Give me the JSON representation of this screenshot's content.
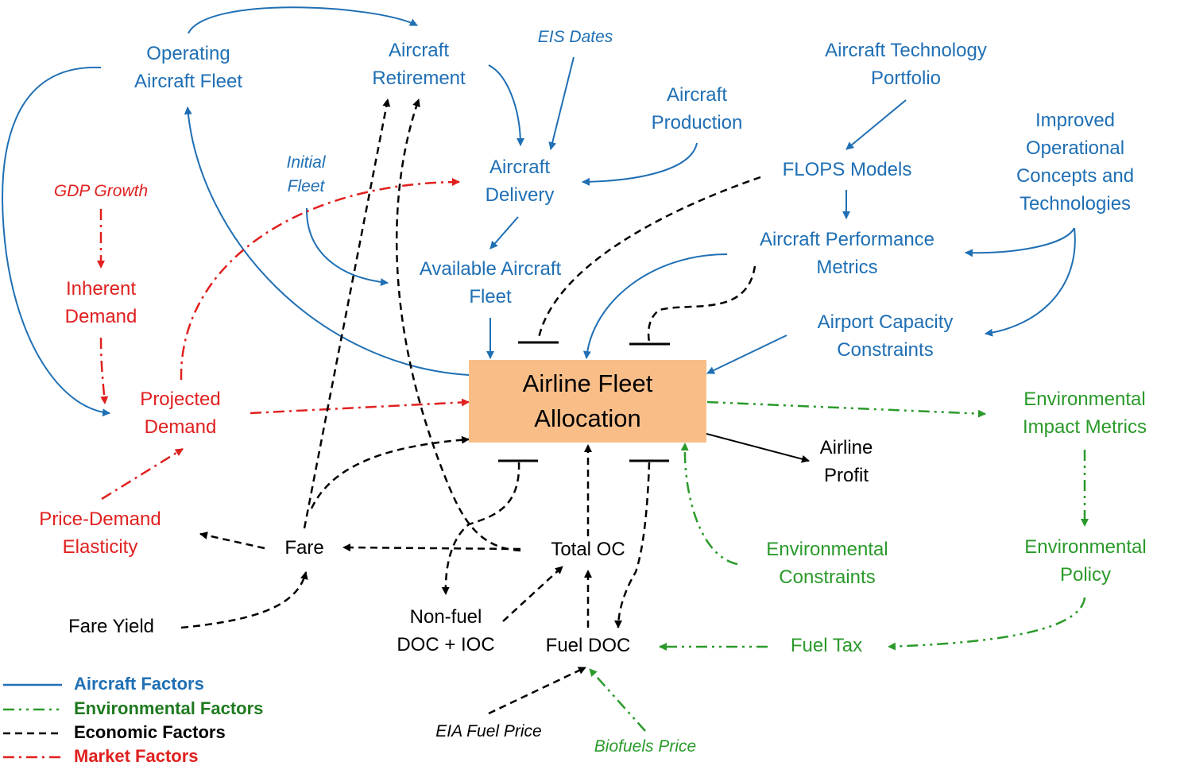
{
  "colors": {
    "aircraft": "#1f6fb4",
    "environmental": "#2a9a2a",
    "economic": "#000000",
    "market": "#e0201f",
    "center_fill": "#f9be88"
  },
  "nodes": {
    "operating_fleet": [
      "Operating",
      "Aircraft Fleet"
    ],
    "retirement": [
      "Aircraft",
      "Retirement"
    ],
    "eis_dates": [
      "EIS Dates"
    ],
    "tech_portfolio": [
      "Aircraft Technology",
      "Portfolio"
    ],
    "production": [
      "Aircraft",
      "Production"
    ],
    "improved_ops": [
      "Improved",
      "Operational",
      "Concepts and",
      "Technologies"
    ],
    "initial_fleet": [
      "Initial",
      "Fleet"
    ],
    "delivery": [
      "Aircraft",
      "Delivery"
    ],
    "flops": [
      "FLOPS Models"
    ],
    "gdp": [
      "GDP Growth"
    ],
    "perf_metrics": [
      "Aircraft Performance",
      "Metrics"
    ],
    "available_fleet": [
      "Available Aircraft",
      "Fleet"
    ],
    "inherent_demand": [
      "Inherent",
      "Demand"
    ],
    "airport_capacity": [
      "Airport Capacity",
      "Constraints"
    ],
    "projected_demand": [
      "Projected",
      "Demand"
    ],
    "center": [
      "Airline Fleet",
      "Allocation"
    ],
    "env_metrics": [
      "Environmental",
      "Impact Metrics"
    ],
    "airline_profit": [
      "Airline",
      "Profit"
    ],
    "price_elasticity": [
      "Price-Demand",
      "Elasticity"
    ],
    "fare": [
      "Fare"
    ],
    "total_oc": [
      "Total OC"
    ],
    "env_constraints": [
      "Environmental",
      "Constraints"
    ],
    "env_policy": [
      "Environmental",
      "Policy"
    ],
    "fare_yield": [
      "Fare Yield"
    ],
    "nonfuel": [
      "Non-fuel",
      "DOC + IOC"
    ],
    "fuel_doc": [
      "Fuel DOC"
    ],
    "fuel_tax": [
      "Fuel Tax"
    ],
    "eia_price": [
      "EIA Fuel Price"
    ],
    "biofuels": [
      "Biofuels Price"
    ]
  },
  "legend": [
    {
      "label": "Aircraft Factors",
      "style": "aircraft"
    },
    {
      "label": "Environmental Factors",
      "style": "environmental"
    },
    {
      "label": "Economic Factors",
      "style": "economic"
    },
    {
      "label": "Market Factors",
      "style": "market"
    }
  ]
}
